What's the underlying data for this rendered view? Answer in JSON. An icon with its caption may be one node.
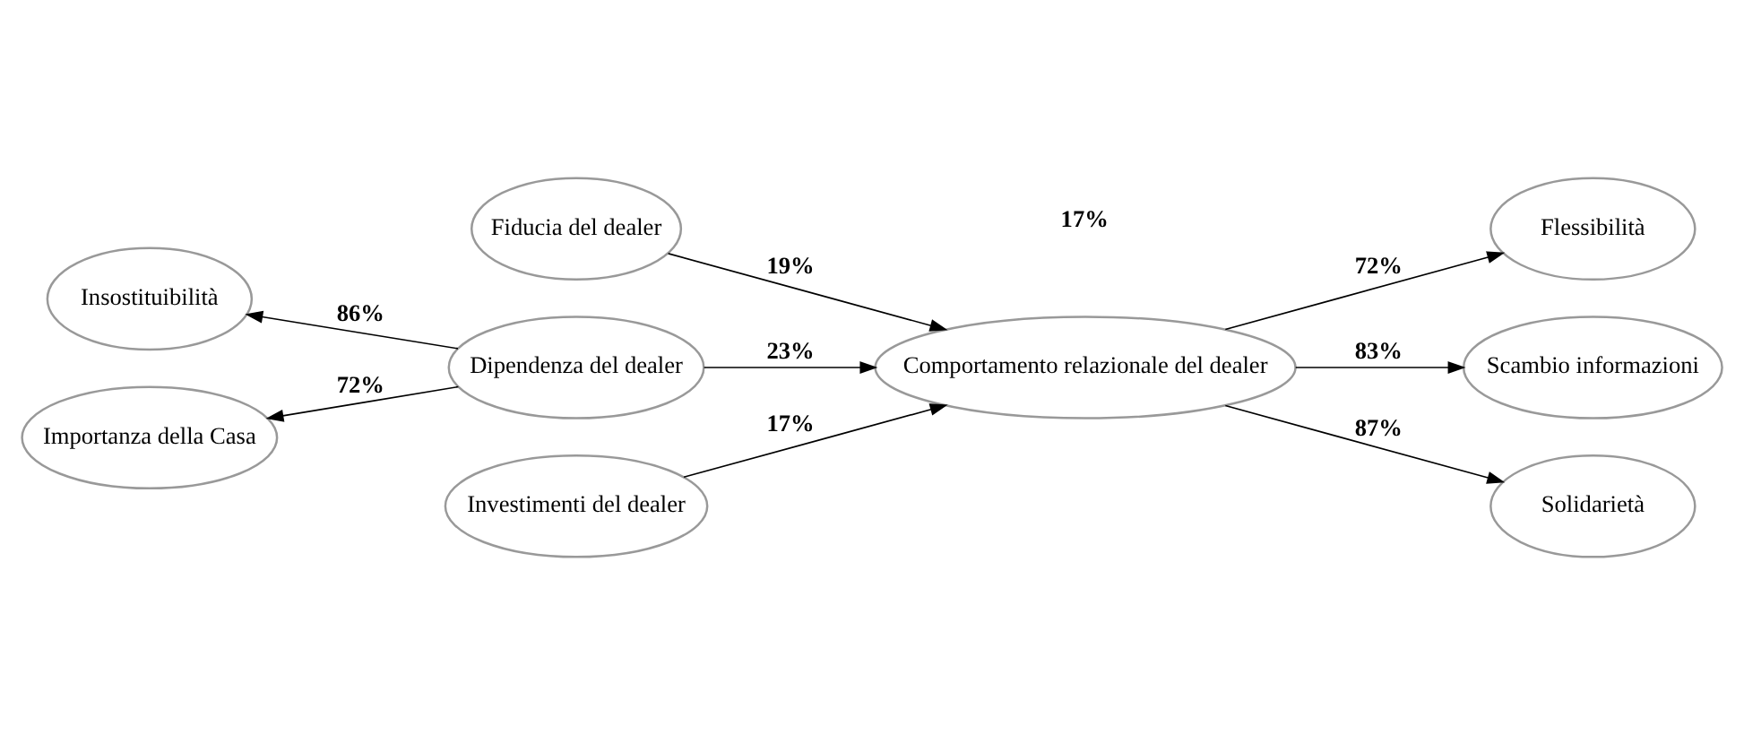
{
  "diagram": {
    "nodes": [
      {
        "text": [
          "Fiducia del dealer"
        ]
      },
      {
        "text": [
          "Insostituibilità"
        ]
      },
      {
        "text": [
          "Dipendenza del dealer"
        ]
      },
      {
        "text": [
          "Importanza della Casa"
        ]
      },
      {
        "text": [
          "Investimenti del dealer"
        ]
      },
      {
        "text": [
          "Comportamento relazionale del dealer"
        ],
        "beside": [
          "17%"
        ]
      },
      {
        "text": [
          "Flessibilità"
        ]
      },
      {
        "text": [
          "Scambio informazioni"
        ]
      },
      {
        "text": [
          "Solidarietà"
        ]
      }
    ],
    "edges": [
      {
        "from": 0,
        "to": 5,
        "arrow": "to",
        "label": "19%"
      },
      {
        "from": 2,
        "to": 5,
        "arrow": "to",
        "label": "23%"
      },
      {
        "from": 4,
        "to": 5,
        "arrow": "to",
        "label": "17%"
      },
      {
        "from": 2,
        "to": 1,
        "arrow": "to",
        "label": "86%"
      },
      {
        "from": 2,
        "to": 3,
        "arrow": "to",
        "label": "72%"
      },
      {
        "from": 5,
        "to": 6,
        "arrow": "to",
        "label": "72%"
      },
      {
        "from": 5,
        "to": 7,
        "arrow": "to",
        "label": "83%"
      },
      {
        "from": 5,
        "to": 8,
        "arrow": "to",
        "label": "87%"
      }
    ]
  }
}
